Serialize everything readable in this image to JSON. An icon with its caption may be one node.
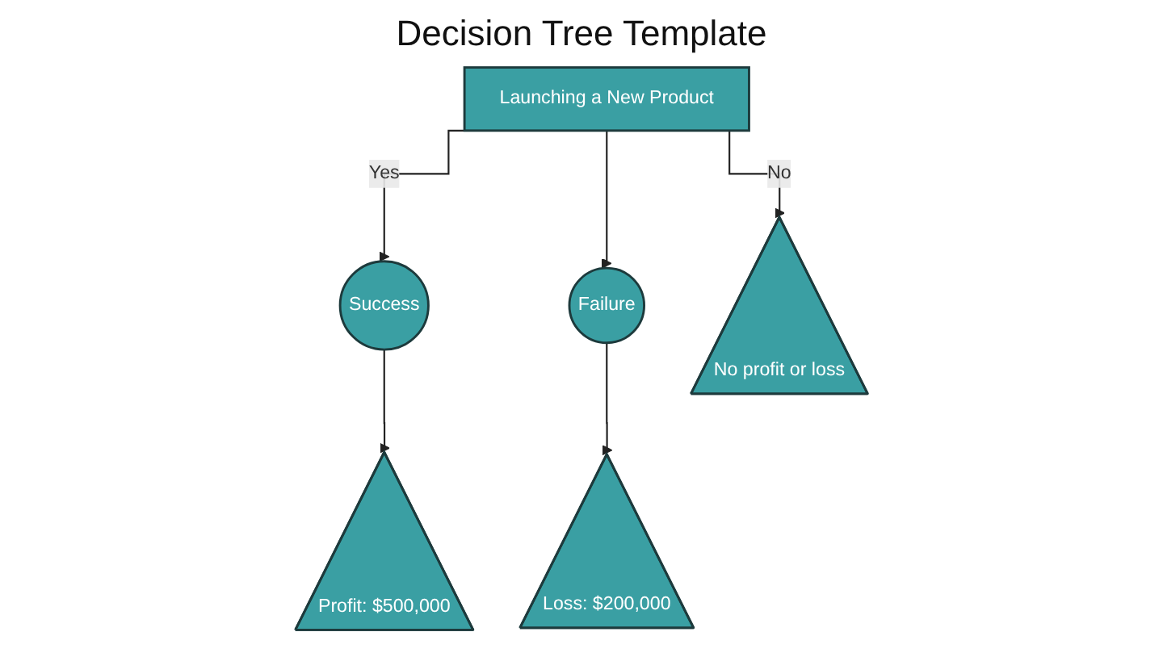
{
  "diagram": {
    "title": "Decision Tree Template",
    "nodes": [
      {
        "text": [
          "Launching a New Product"
        ]
      },
      {
        "text": [
          "Success"
        ]
      },
      {
        "text": [
          "Failure"
        ]
      },
      {
        "text": [
          "No profit or loss"
        ]
      },
      {
        "text": [
          "Profit: $500,000"
        ]
      },
      {
        "text": [
          "Loss: $200,000"
        ]
      }
    ],
    "edges": [
      {
        "from": 0,
        "to": 1,
        "arrow": "to",
        "label": "Yes"
      },
      {
        "from": 0,
        "to": 2,
        "arrow": "to"
      },
      {
        "from": 0,
        "to": 3,
        "arrow": "to",
        "label": "No"
      },
      {
        "from": 1,
        "to": 4,
        "arrow": "to"
      },
      {
        "from": 2,
        "to": 5,
        "arrow": "to"
      }
    ]
  }
}
